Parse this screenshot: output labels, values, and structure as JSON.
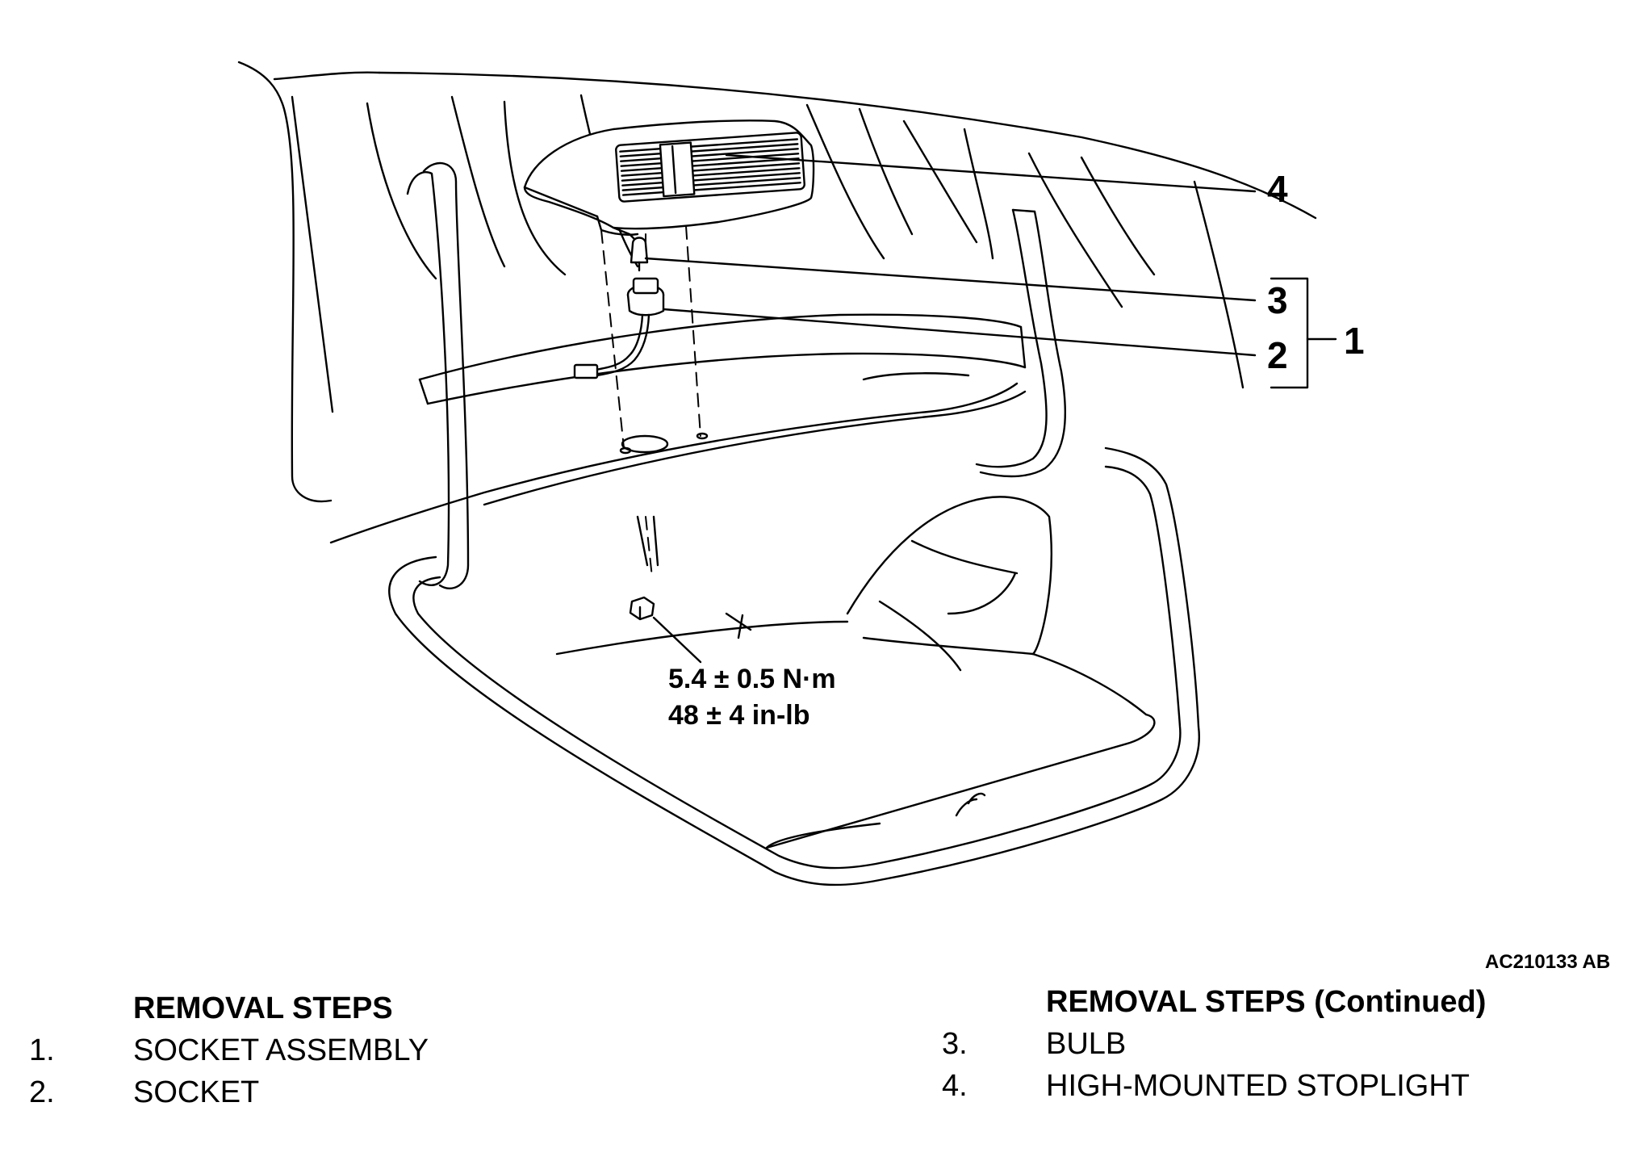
{
  "callouts": [
    "4",
    "3",
    "2",
    "1"
  ],
  "torque": {
    "metric": "5.4 ± 0.5 N·m",
    "imperial": "48 ± 4 in-lb"
  },
  "figure_code": "AC210133 AB",
  "removal_steps_left": {
    "heading": "REMOVAL STEPS",
    "items": [
      {
        "num": "1.",
        "label": "SOCKET ASSEMBLY"
      },
      {
        "num": "2.",
        "label": "SOCKET"
      }
    ]
  },
  "removal_steps_right": {
    "heading": "REMOVAL STEPS (Continued)",
    "items": [
      {
        "num": "3.",
        "label": "BULB"
      },
      {
        "num": "4.",
        "label": "HIGH-MOUNTED STOPLIGHT"
      }
    ]
  }
}
